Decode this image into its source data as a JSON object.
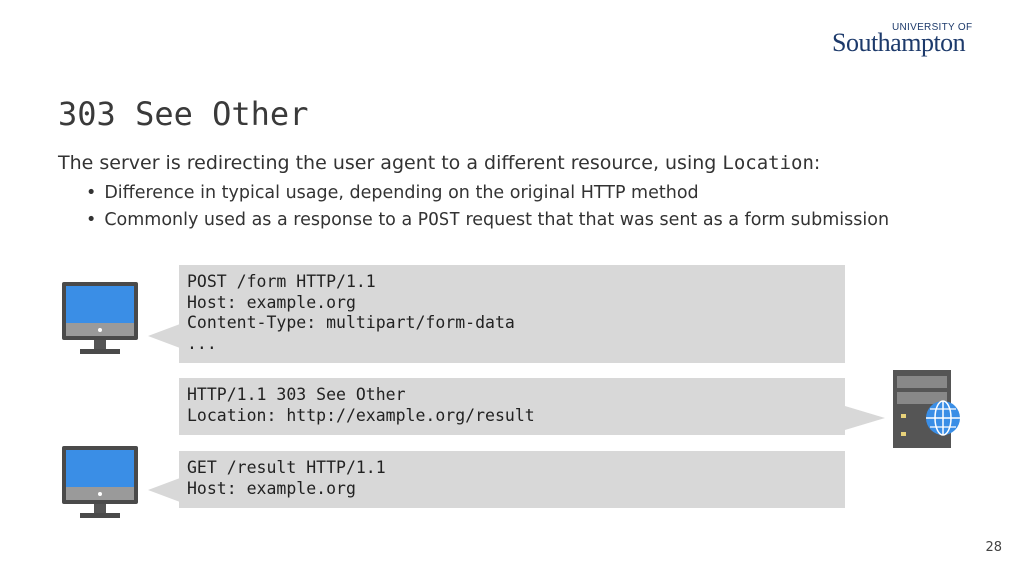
{
  "logo": {
    "top": "UNIVERSITY OF",
    "main": "Southampton"
  },
  "title": "303 See Other",
  "intro": {
    "prefix": "The server is redirecting the user agent to a different resource, using ",
    "code": "Location",
    "suffix": ":"
  },
  "bullets": [
    {
      "text": "Difference in typical usage, depending on the original HTTP method"
    },
    {
      "prefix": "Commonly used as a response to a ",
      "code": "POST",
      "suffix": " request that that was sent as a form submission"
    }
  ],
  "messages": {
    "request1": "POST /form HTTP/1.1\nHost: example.org\nContent-Type: multipart/form-data\n...",
    "response": "HTTP/1.1 303 See Other\nLocation: http://example.org/result",
    "request2": "GET /result HTTP/1.1\nHost: example.org"
  },
  "icons": {
    "client": "monitor-icon",
    "server": "web-server-icon"
  },
  "page_number": "28",
  "colors": {
    "bubble": "#d8d8d8",
    "screen": "#3a8ee6",
    "logo": "#1d3a6b"
  }
}
